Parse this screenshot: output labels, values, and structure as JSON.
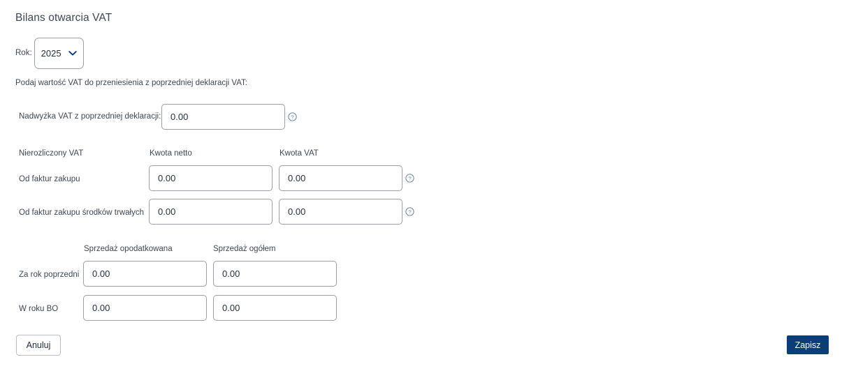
{
  "title": "Bilans otwarcia VAT",
  "year": {
    "label": "Rok:",
    "value": "2025",
    "chevron_icon": "chevron-down-icon",
    "options": [
      "2025"
    ]
  },
  "hint": "Podaj wartość VAT do przeniesienia z poprzedniej deklaracji VAT:",
  "surplus_row": {
    "label": "Nadwyżka VAT z poprzedniej deklaracji:",
    "value": "0.00",
    "help_icon": "help-circle-icon"
  },
  "unsettled_group": {
    "headers": {
      "row_header": "Nierozliczony VAT",
      "net_amount": "Kwota netto",
      "vat_amount": "Kwota VAT"
    },
    "rows": [
      {
        "label": "Od faktur zakupu",
        "net_value": "0.00",
        "vat_value": "0.00",
        "help_icon": "help-circle-icon"
      },
      {
        "label": "Od faktur zakupu środków trwałych",
        "net_value": "0.00",
        "vat_value": "0.00",
        "help_icon": "help-circle-icon"
      }
    ]
  },
  "sales_group": {
    "headers": {
      "taxed_sales": "Sprzedaż opodatkowana",
      "total_sales": "Sprzedaż ogółem"
    },
    "rows": [
      {
        "label": "Za rok poprzedni",
        "taxed_value": "0.00",
        "total_value": "0.00"
      },
      {
        "label": "W roku BO",
        "taxed_value": "0.00",
        "total_value": "0.00"
      }
    ]
  },
  "footer": {
    "cancel_label": "Anuluj",
    "save_label": "Zapisz"
  },
  "colors": {
    "primary": "#0b3d7b",
    "text": "#3c4656",
    "border": "#9aa0a6",
    "help_icon": "#5b7fa6",
    "background": "#ffffff"
  }
}
